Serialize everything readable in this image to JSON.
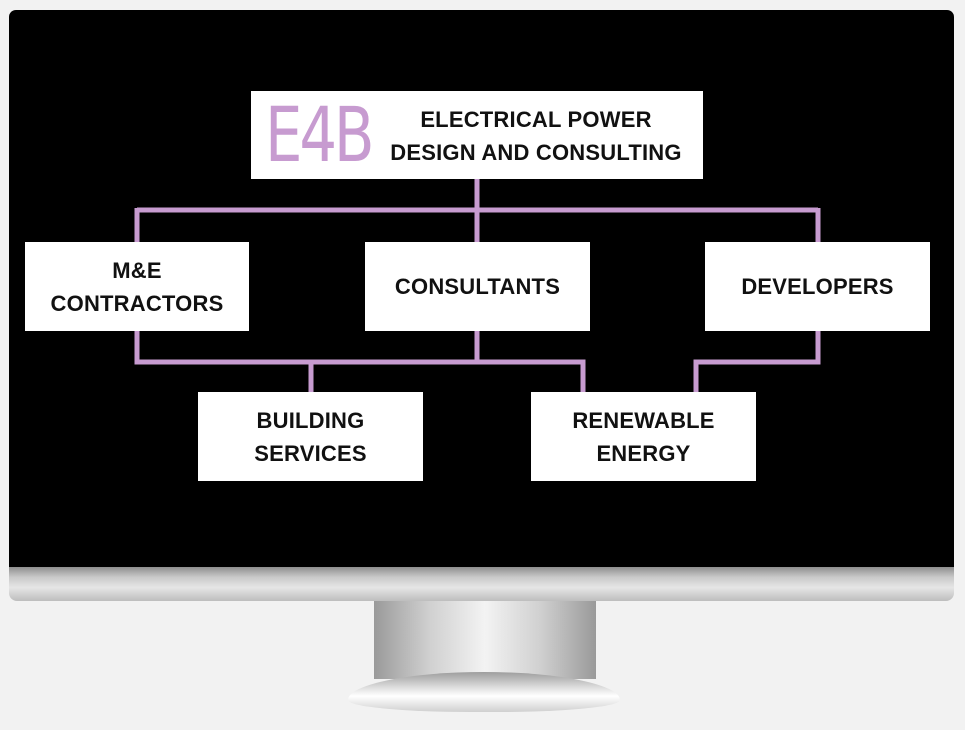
{
  "diagram": {
    "logo": "E4B",
    "root": {
      "line1": "ELECTRICAL POWER",
      "line2": "DESIGN AND CONSULTING"
    },
    "nodes": {
      "me_contractors": {
        "line1": "M&E",
        "line2": "CONTRACTORS"
      },
      "consultants": {
        "line1": "CONSULTANTS"
      },
      "developers": {
        "line1": "DEVELOPERS"
      },
      "building_services": {
        "line1": "BUILDING",
        "line2": "SERVICES"
      },
      "renewable_energy": {
        "line1": "RENEWABLE",
        "line2": "ENERGY"
      }
    },
    "colors": {
      "connector": "#c79bd0",
      "logo": "#c79bd0",
      "screen": "#000000",
      "box": "#ffffff"
    }
  }
}
